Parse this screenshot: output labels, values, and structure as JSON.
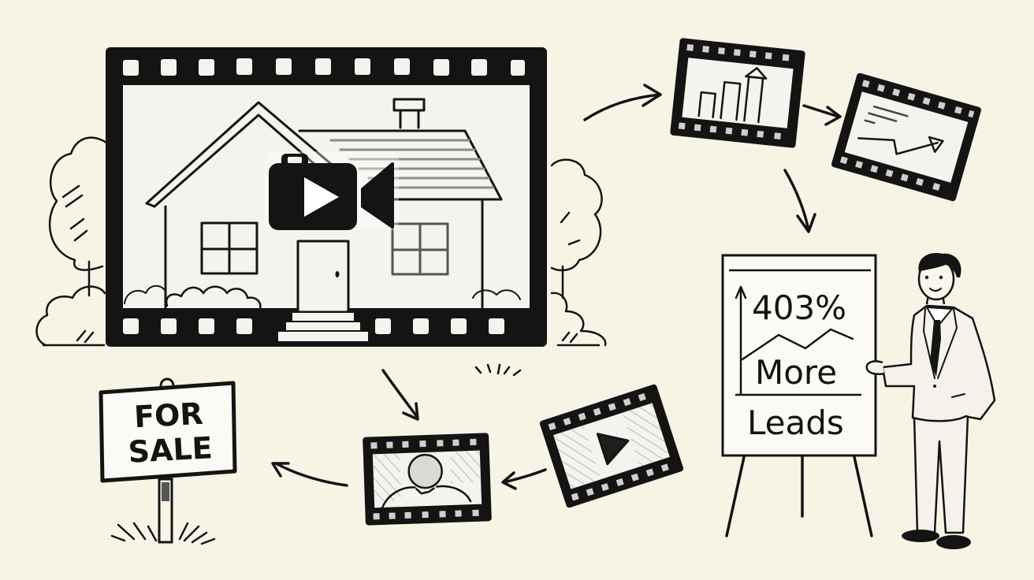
{
  "colors": {
    "background": "#f7f4e6",
    "ink": "#141414",
    "paper": "#fbfaf4",
    "frame_inner": "#f4f3ee",
    "shade": "#d9d9d6"
  },
  "main_video_frame": {
    "subject": "house",
    "overlay_icon": "video-camera-play-icon"
  },
  "sign": {
    "line1": "FOR",
    "line2": "SALE"
  },
  "easel": {
    "stat": "403%",
    "line2": "More",
    "line3": "Leads"
  },
  "film_frames": [
    {
      "id": "bar-chart-frame",
      "content": "bar-chart-icon"
    },
    {
      "id": "trend-frame",
      "content": "trend-up-icon"
    },
    {
      "id": "play-frame",
      "content": "play-icon"
    },
    {
      "id": "person-frame",
      "content": "person-avatar-icon"
    }
  ],
  "flow_arrows": [
    {
      "from": "main-video-frame",
      "to": "bar-chart-frame"
    },
    {
      "from": "bar-chart-frame",
      "to": "trend-frame"
    },
    {
      "from": "bar-chart-frame",
      "to": "easel"
    },
    {
      "from": "main-video-frame",
      "to": "person-frame"
    },
    {
      "from": "play-frame",
      "to": "person-frame"
    },
    {
      "from": "person-frame",
      "to": "for-sale-sign"
    }
  ]
}
